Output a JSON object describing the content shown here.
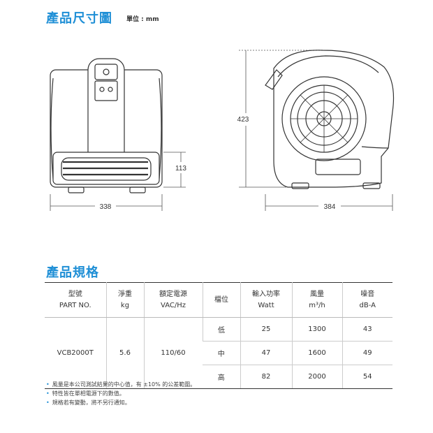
{
  "dimension_section": {
    "title": "產品尺寸圖",
    "unit_label": "單位 : mm",
    "dims": {
      "width_front": "338",
      "height_bottom": "113",
      "height_total": "423",
      "depth_side": "384"
    }
  },
  "spec_section": {
    "title": "產品規格",
    "headers": {
      "model": [
        "型號",
        "PART NO."
      ],
      "weight": [
        "淨重",
        "kg"
      ],
      "power": [
        "額定電源",
        "VAC/Hz"
      ],
      "speed": [
        "檔位"
      ],
      "input": [
        "輸入功率",
        "Watt"
      ],
      "airflow": [
        "風量",
        "m³/h"
      ],
      "noise": [
        "噪音",
        "dB-A"
      ]
    },
    "model": "VCB2000T",
    "weight": "5.6",
    "power": "110/60",
    "rows": [
      {
        "speed": "低",
        "input": "25",
        "airflow": "1300",
        "noise": "43"
      },
      {
        "speed": "中",
        "input": "47",
        "airflow": "1600",
        "noise": "49"
      },
      {
        "speed": "高",
        "input": "82",
        "airflow": "2000",
        "noise": "54"
      }
    ]
  },
  "notes": [
    "風量是本公司測試結果的中心值，有 ±10% 的公差範圍。",
    "特性皆在單相電源下的數值。",
    "規格若有變動，將不另行通知。"
  ],
  "colors": {
    "accent": "#1f8fd6",
    "line": "#333333"
  }
}
